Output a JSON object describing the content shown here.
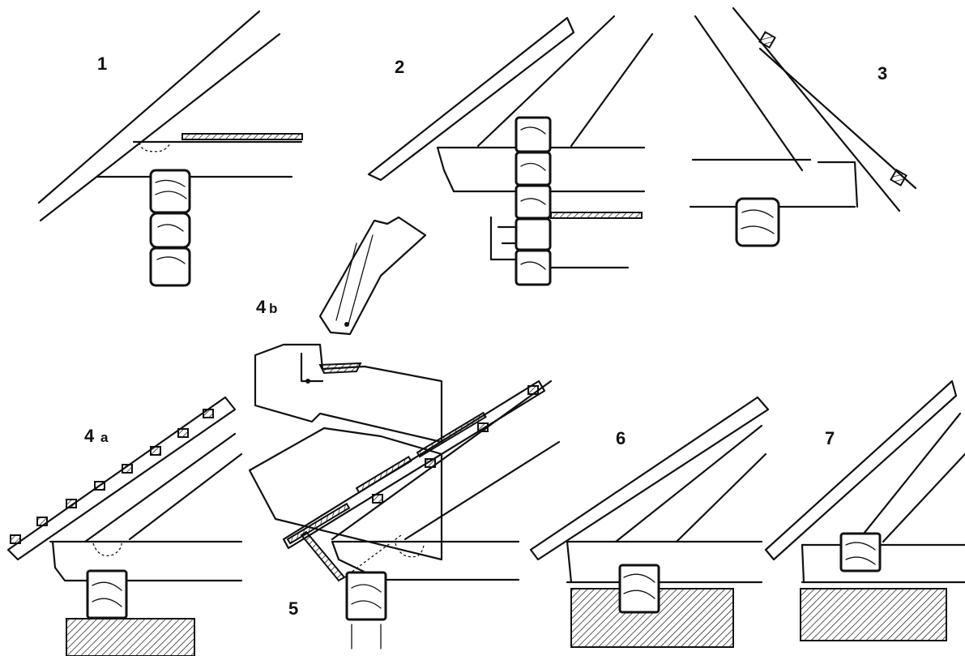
{
  "labels": {
    "d1": "1",
    "d2": "2",
    "d3": "3",
    "d4a_num": "4",
    "d4a_letter": "a",
    "d4b_num": "4",
    "d4b_letter": "b",
    "d5": "5",
    "d6": "6",
    "d7": "7"
  }
}
